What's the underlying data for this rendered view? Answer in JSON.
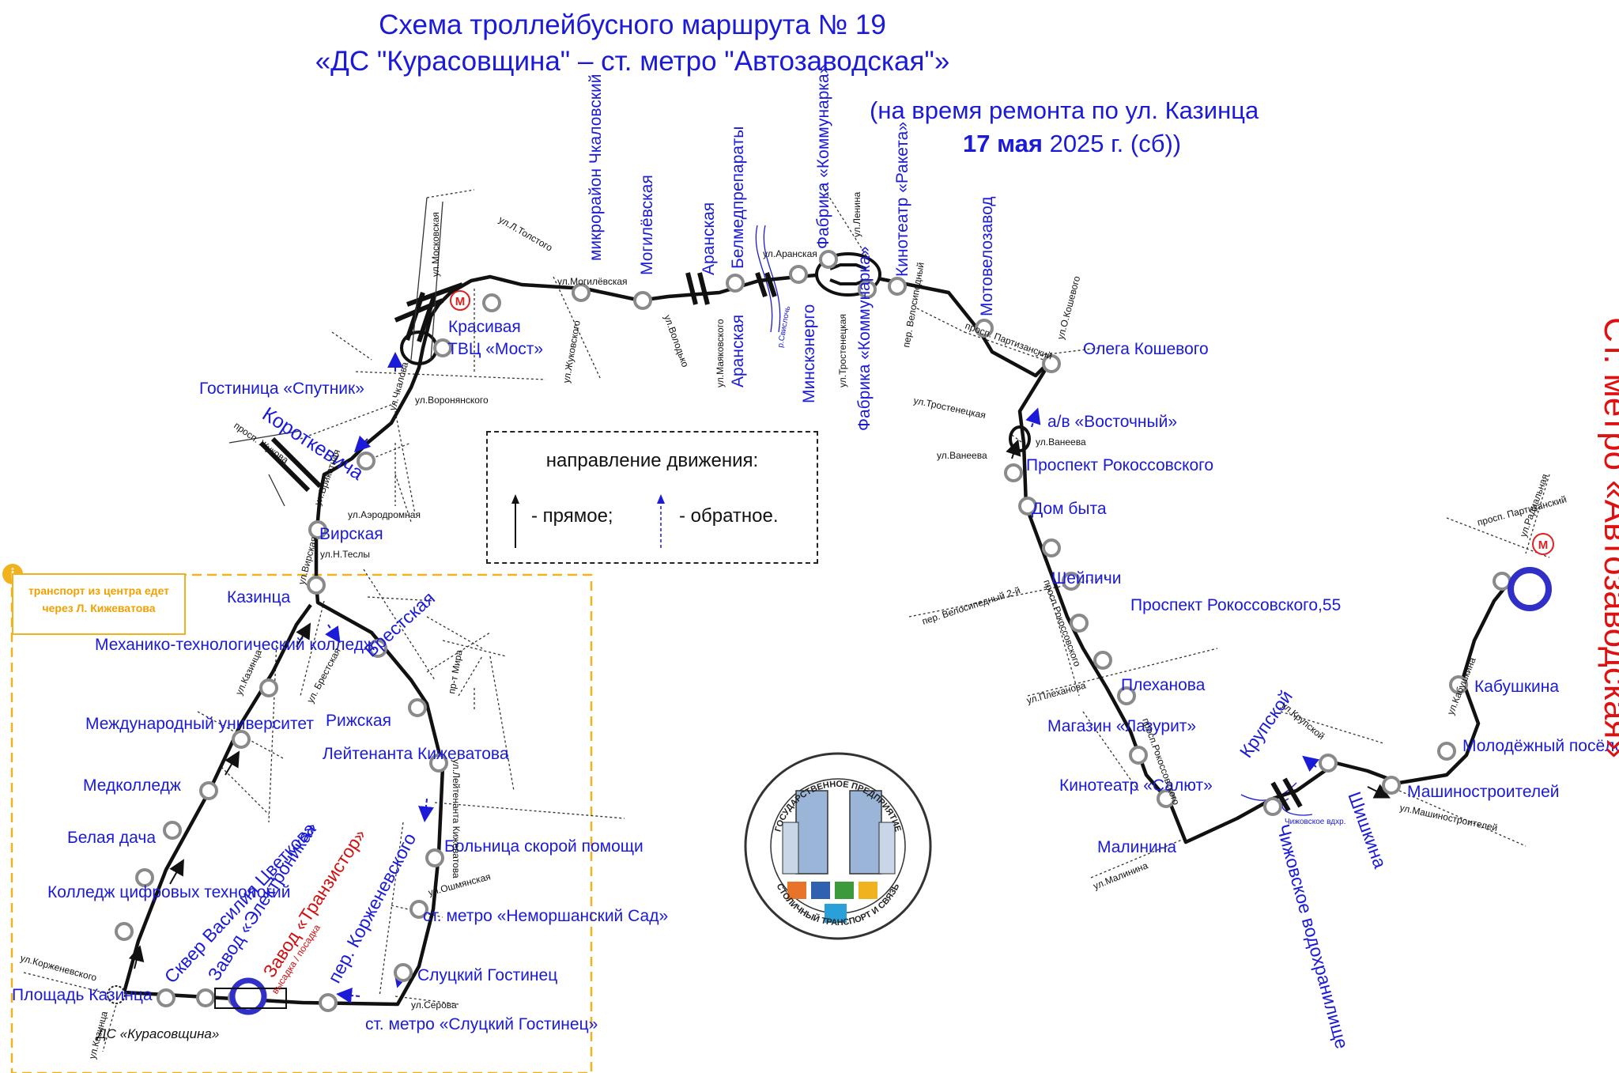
{
  "title": {
    "line1": "Схема троллейбусного маршрута № 19",
    "line2": "«ДС \"Курасовщина\" – ст. метро \"Автозаводская\"»",
    "note_prefix": "(на время ремонта по ул. Казинца",
    "note_date_bold": "17 мая",
    "note_date_rest": "2025 г. (сб))"
  },
  "terminus_right": "Ст. метро «Автозаводская»",
  "legend": {
    "title": "направление движения:",
    "forward": "- прямое;",
    "reverse": "- обратное."
  },
  "info_note": {
    "line1": "транспорт из центра едет",
    "line2": "через Л. Кижеватова"
  },
  "seal": {
    "top_text": "ГОСУДАРСТВЕННОЕ ПРЕДПРИЯТИЕ",
    "bottom_text": "СТОЛИЧНЫЙ ТРАНСПОРТ И СВЯЗЬ"
  },
  "colors": {
    "route": "#111111",
    "stop_text": "#1a1ad8",
    "terminus_text": "#e01010",
    "highlight_stop": "#d01010",
    "metro": "#e02020",
    "info_border": "#f0b21e"
  },
  "stops": {
    "kurasovshchina": "ДС «Курасовщина»",
    "ploshchad_kazintsa": "Площадь Казинца",
    "kolledzh_tsifrovykh": "Колледж цифровых технологий",
    "belaya_dacha": "Белая дача",
    "medkolledzh": "Медколледж",
    "mezhdunarodny": "Международный университет",
    "mekhaniko": "Механико-технологический колледж",
    "kazintsa": "Казинца",
    "virskaya": "Вирская",
    "korotkevicha": "Короткевича",
    "gostinitsa_sputnik": "Гостиница «Спутник»",
    "tvts_most": "ТВЦ «Мост»",
    "krasivaya": "Красивая",
    "mikrorayon_chkalovsky": "микрорайон Чкаловский",
    "mogilevskaya": "Могилёвская",
    "aranskaya1": "Аранская",
    "aranskaya2": "Аранская",
    "belmedpreparaty": "Белмедпрепараты",
    "minskenergo": "Минскэнерго",
    "fabrika_kommunarka1": "Фабрика «Коммунарка»",
    "fabrika_kommunarka2": "Фабрика «Коммунарка»",
    "kinoteatr_raketa": "Кинотеатр «Ракета»",
    "motovelozavod": "Мотовелозавод",
    "olega_koshevogo": "Олега Кошевого",
    "av_vostochny": "а/в «Восточный»",
    "prospekt_rokossovskogo": "Проспект Рокоссовского",
    "dom_byta": "Дом быта",
    "sheypichi": "Шейпичи",
    "prospekt_rokossovskogo55": "Проспект Рокоссовского,55",
    "plekhanova": "Плеханова",
    "magazin_lazurit": "Магазин «Лазурит»",
    "kinoteatr_salyut": "Кинотеатр «Салют»",
    "malinina": "Малинина",
    "krupskoy": "Крупской",
    "chizhovskoe": "Чижовское водохранилище",
    "shishkina": "Шишкина",
    "mashinostroiteley": "Машиностроителей",
    "molodezhny": "Молодёжный посёлок",
    "kabushkina": "Кабушкина",
    "brestskaya": "Брестская",
    "rizhskaya": "Рижская",
    "leytenanta": "Лейтенанта Кижеватова",
    "bolnitsa": "Больница скорой помощи",
    "nemorshansky": "ст. метро «Неморшанский Сад»",
    "slutsky_gostinets": "Слуцкий Гостинец",
    "st_metro_slutsky": "ст. метро «Слуцкий Гостинец»",
    "per_korzhenevskogo": "пер. Корженевского",
    "zavod_tranzistor": "Завод «Транзистор»",
    "zavod_tranzistor_note": "высадка / посадка",
    "zavod_elektronika": "Завод «Электроника»",
    "skver_tsvetkova": "Сквер Василия Цветкова"
  },
  "streets": {
    "moskovskaya": "ул.Московская",
    "chkalova": "ул.Чкалова",
    "voronyanskogo": "ул.Воронянского",
    "zhukova": "просп. Жукова",
    "briketnaya": "ул.Брикетная",
    "aerodromnaya": "ул.Аэродромная",
    "n_tesly": "ул.Н.Теслы",
    "virskaya_st": "ул.Вирская",
    "l_tolstogo": "ул.Л.Толстого",
    "mogilevskaya_st": "ул.Могилёвская",
    "zhukovskogo": "ул.Жуковского",
    "volodko": "ул.Володько",
    "mayakovskogo": "ул.Маяковского",
    "aranskaya_st": "ул.Аранская",
    "svisloch": "р.Свислочь",
    "trostenetskaya": "ул.Тростенецкая",
    "lenina": "ул.Ленина",
    "per_velosipedny": "пер. Велосипедный",
    "prosp_partizansky": "просп. Партизанский",
    "o_koshevogo": "ул.О.Кошевого",
    "trostenetskaya2": "ул.Тростенецкая",
    "vaneeva": "ул.Ванеева",
    "vaneeva2": "ул.Ванеева",
    "per_velosipedny2": "пер. Велосипедный 2-й",
    "prosp_rokossovskogo": "просп.Рокоссовского",
    "plekhanova_st": "ул.Плеханова",
    "prosp_rokossovskogo2": "просп.Рокоссовского",
    "malinina_st": "ул.Малинина",
    "krupskoy_st": "ул.Крупской",
    "chizh_vdkhr": "Чижовское вдхр.",
    "mashinostroiteley_st": "ул.Машиностроителей",
    "kabushkina_st": "ул.Кабушкина",
    "prosp_partizansky2": "просп. Партизанский",
    "radialnaya": "ул.Радиальная",
    "brestskaya_st": "ул. Брестская",
    "kazintsa_st": "ул.Казинца",
    "prosp_mira": "пр-т Мира",
    "leytenanta_st": "ул.Лейтенанта Кижеватова",
    "oshmyanskaya": "ул.Ошмянская",
    "serova": "ул.Серова",
    "korzhenevskogo": "ул.Корженевского",
    "kazintsa_st2": "ул.Казинца"
  }
}
